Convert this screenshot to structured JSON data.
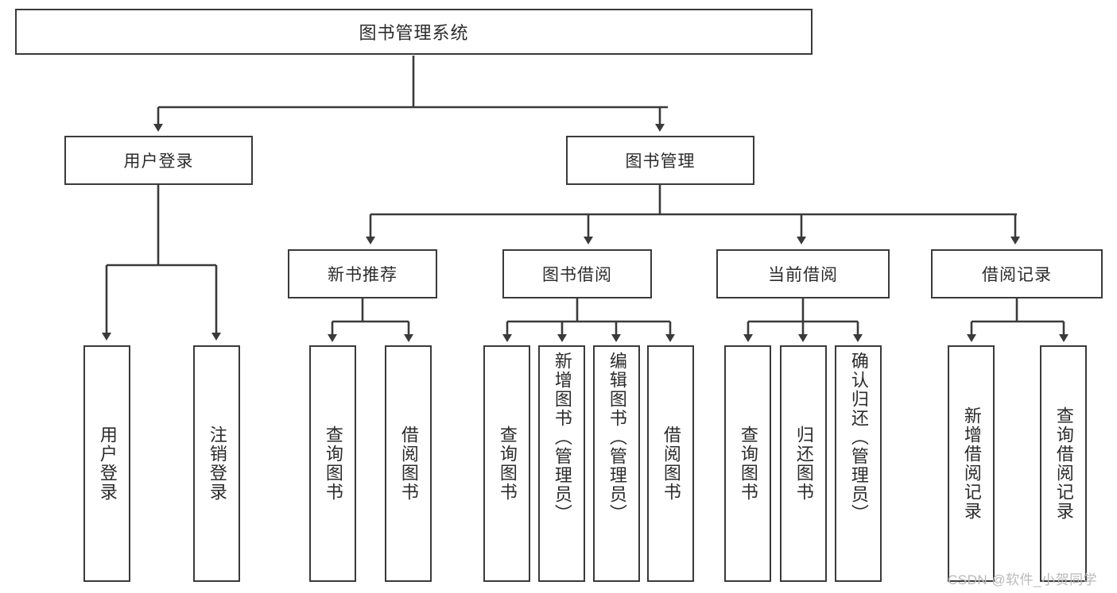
{
  "diagram": {
    "title": "图书管理系统",
    "type": "tree-hierarchy-functional-decomposition",
    "root": {
      "label": "图书管理系统"
    },
    "level2": [
      {
        "label": "用户登录"
      },
      {
        "label": "图书管理"
      }
    ],
    "level3": [
      {
        "label": "新书推荐"
      },
      {
        "label": "图书借阅"
      },
      {
        "label": "当前借阅"
      },
      {
        "label": "借阅记录"
      }
    ],
    "leaves": {
      "user_login": [
        {
          "label": "用户登录"
        },
        {
          "label": "注销登录"
        }
      ],
      "new_book_recommend": [
        {
          "label": "查询图书"
        },
        {
          "label": "借阅图书"
        }
      ],
      "book_borrow": [
        {
          "label": "查询图书"
        },
        {
          "label": "新增图书（管理员）"
        },
        {
          "label": "编辑图书（管理员）"
        },
        {
          "label": "借阅图书"
        }
      ],
      "current_borrow": [
        {
          "label": "查询图书"
        },
        {
          "label": "归还图书"
        },
        {
          "label": "确认归还（管理员）"
        }
      ],
      "borrow_record": [
        {
          "label": "新增借阅记录"
        },
        {
          "label": "查询借阅记录"
        }
      ]
    }
  },
  "watermark": {
    "text": "CSDN @软件_小贺同学"
  },
  "colors": {
    "stroke": "#3a3a3a",
    "text": "#2b2b2b",
    "background": "#ffffff",
    "watermark": "#b9b9b9"
  }
}
